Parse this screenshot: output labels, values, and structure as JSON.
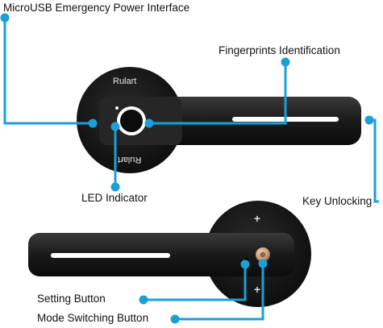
{
  "labels": {
    "microusb": "MicroUSB Emergency Power Interface",
    "fingerprints": "Fingerprints Identification",
    "led": "LED Indicator",
    "key_unlocking": "Key Unlocking",
    "setting_button": "Setting Button",
    "mode_switching": "Mode Switching Button"
  },
  "brand": {
    "top": "Rulart",
    "bottom": "Rulart"
  },
  "colors": {
    "callout": "#1a9fd8",
    "handle": "#1b1b1b",
    "rosette": "#101010",
    "led_strip": "#ffffff",
    "key_cylinder": "#c9a27a"
  }
}
